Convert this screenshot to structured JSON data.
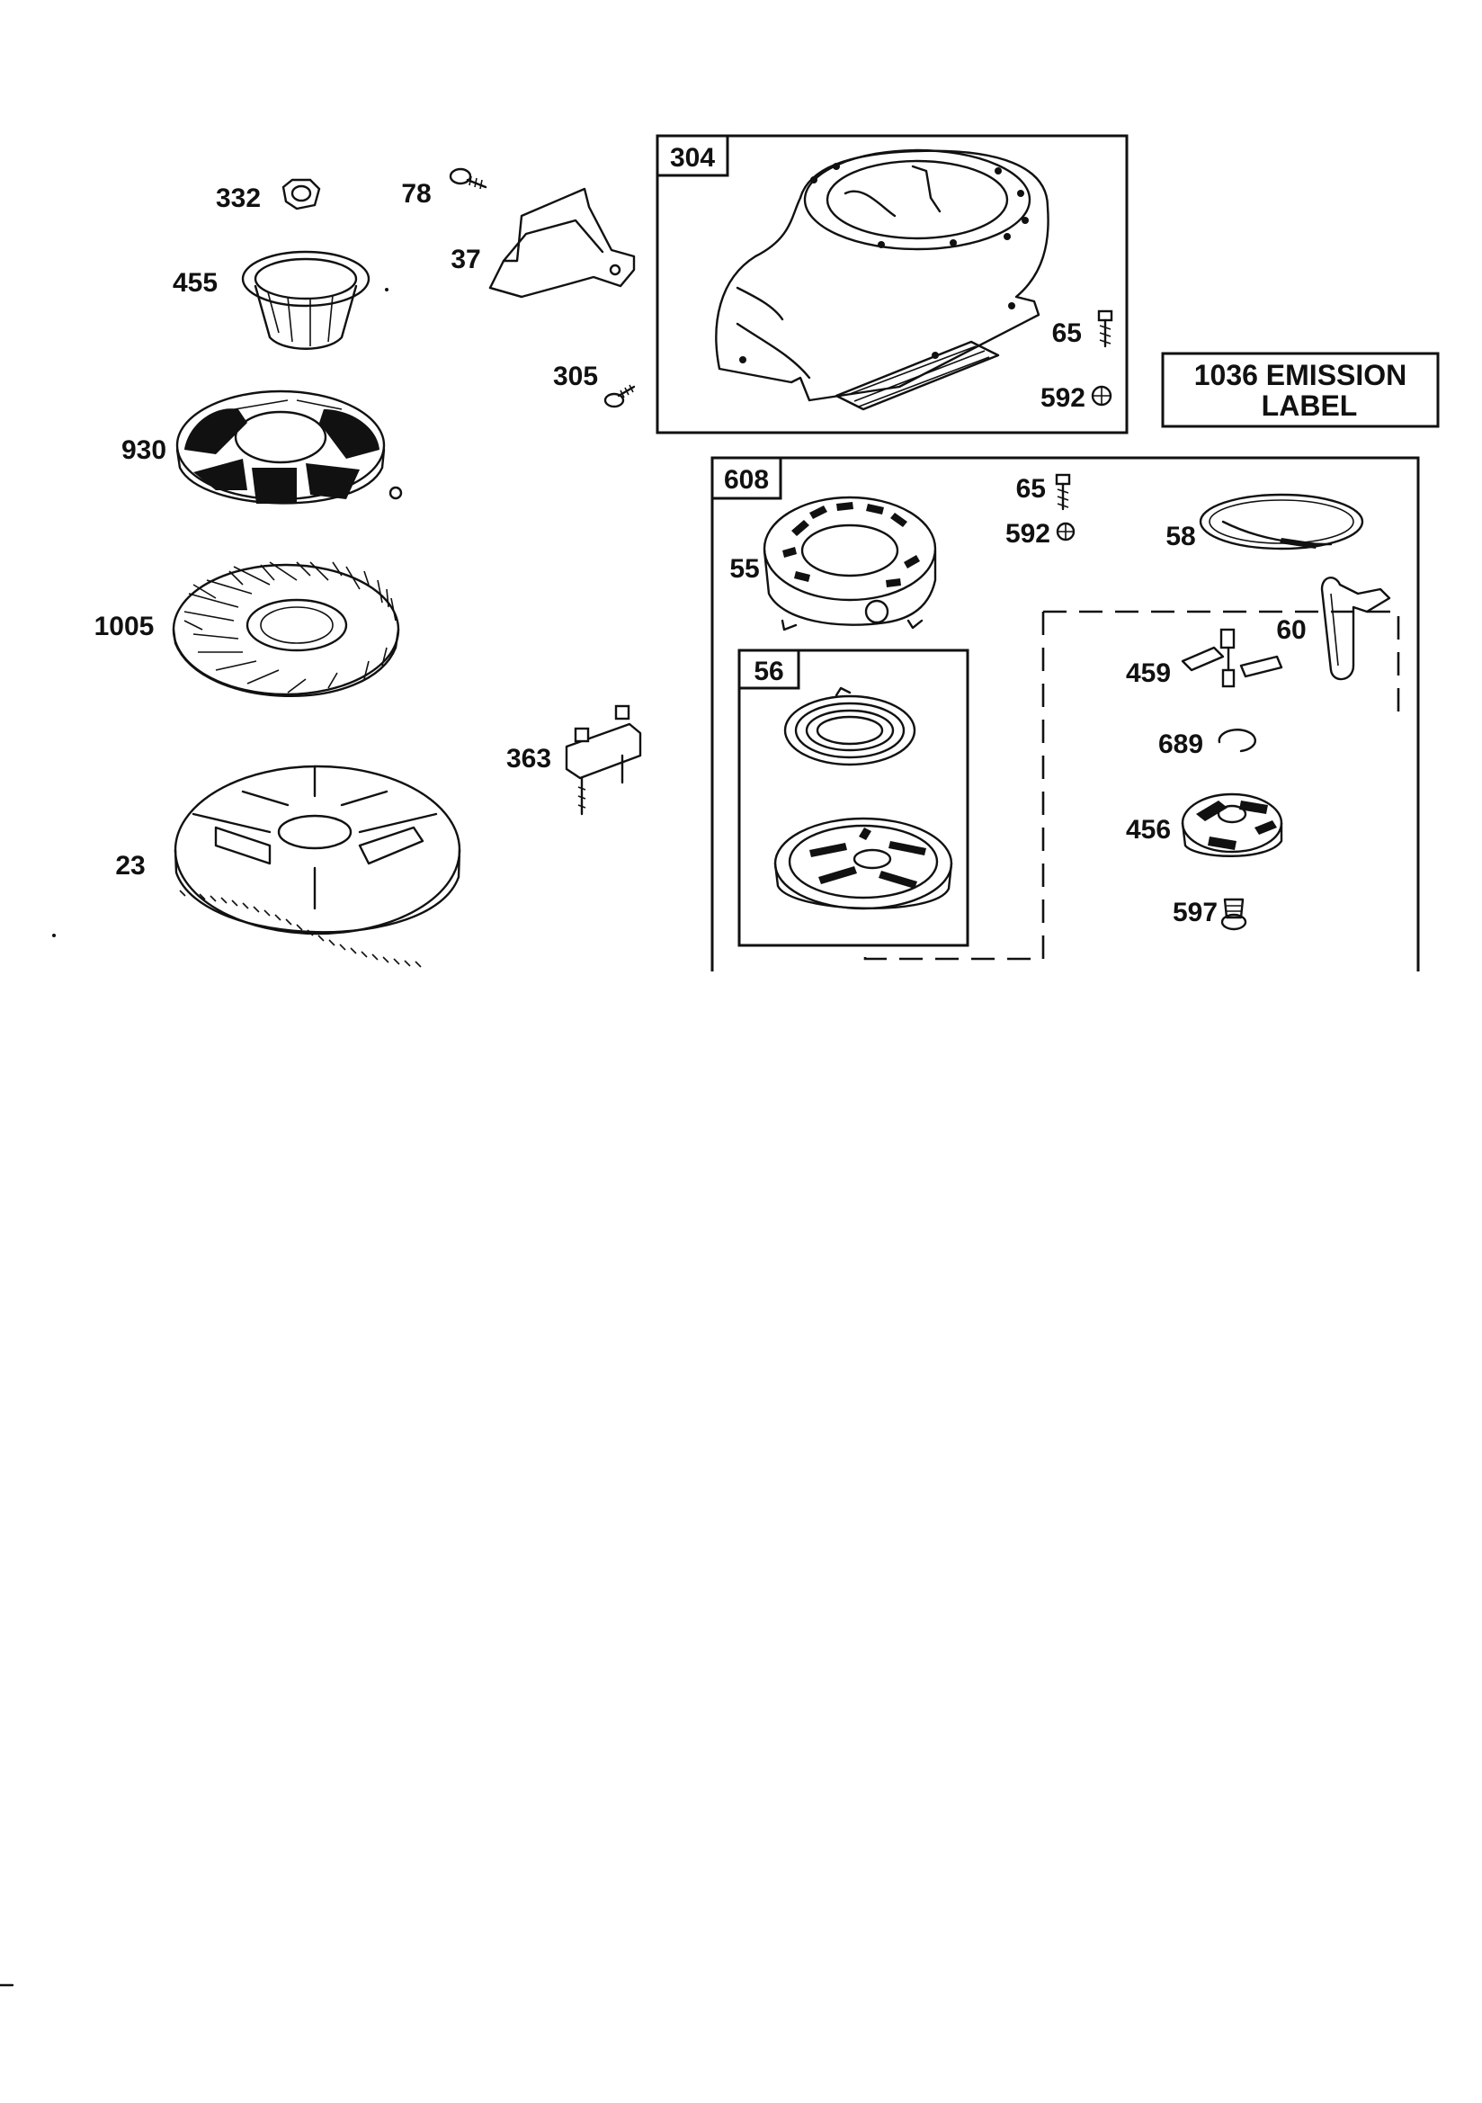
{
  "parts": [
    {
      "id": "part-332",
      "label": "332"
    },
    {
      "id": "part-78",
      "label": "78"
    },
    {
      "id": "part-455",
      "label": "455"
    },
    {
      "id": "part-37",
      "label": "37"
    },
    {
      "id": "part-305",
      "label": "305"
    },
    {
      "id": "part-930",
      "label": "930"
    },
    {
      "id": "part-1005",
      "label": "1005"
    },
    {
      "id": "part-363",
      "label": "363"
    },
    {
      "id": "part-23",
      "label": "23"
    },
    {
      "id": "part-65-a",
      "label": "65"
    },
    {
      "id": "part-592-a",
      "label": "592"
    },
    {
      "id": "part-65-b",
      "label": "65"
    },
    {
      "id": "part-592-b",
      "label": "592"
    },
    {
      "id": "part-55",
      "label": "55"
    },
    {
      "id": "part-58",
      "label": "58"
    },
    {
      "id": "part-60",
      "label": "60"
    },
    {
      "id": "part-459",
      "label": "459"
    },
    {
      "id": "part-689",
      "label": "689"
    },
    {
      "id": "part-456",
      "label": "456"
    },
    {
      "id": "part-597",
      "label": "597"
    }
  ],
  "groups": [
    {
      "id": "group-304",
      "label": "304"
    },
    {
      "id": "group-608",
      "label": "608"
    },
    {
      "id": "group-56",
      "label": "56"
    }
  ],
  "emission_label": {
    "line1": "1036 EMISSION",
    "line2": "LABEL"
  }
}
